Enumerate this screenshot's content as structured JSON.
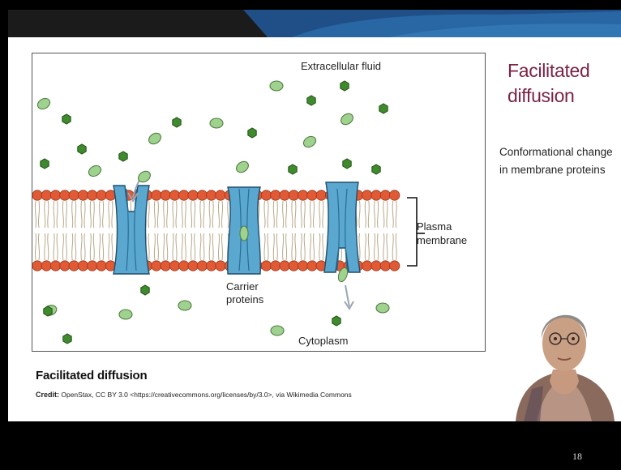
{
  "slide": {
    "title_line1": "Facilitated",
    "title_line2": "diffusion",
    "subtitle_line1": "Conformational change",
    "subtitle_line2": "in membrane proteins",
    "caption": "Facilitated diffusion",
    "credit_label": "Credit:",
    "credit_text": " OpenStax, CC BY 3.0 <https://creativecommons.org/licenses/by/3.0>, via Wikimedia Commons",
    "page_number": "18"
  },
  "diagram": {
    "extracellular_label": "Extracellular fluid",
    "cytoplasm_label": "Cytoplasm",
    "plasma_label_line1": "Plasma",
    "plasma_label_line2": "membrane",
    "carrier_label_line1": "Carrier",
    "carrier_label_line2": "proteins"
  },
  "colors": {
    "title": "#7b2346",
    "top_bar_dark": "#1b1b1b",
    "top_bar_blue": "#1f4f86",
    "bottom_strip": "#2a4e84",
    "lipid_head": "#e05a35",
    "protein": "#5aa7d0",
    "molecule": "#9fd28e"
  }
}
